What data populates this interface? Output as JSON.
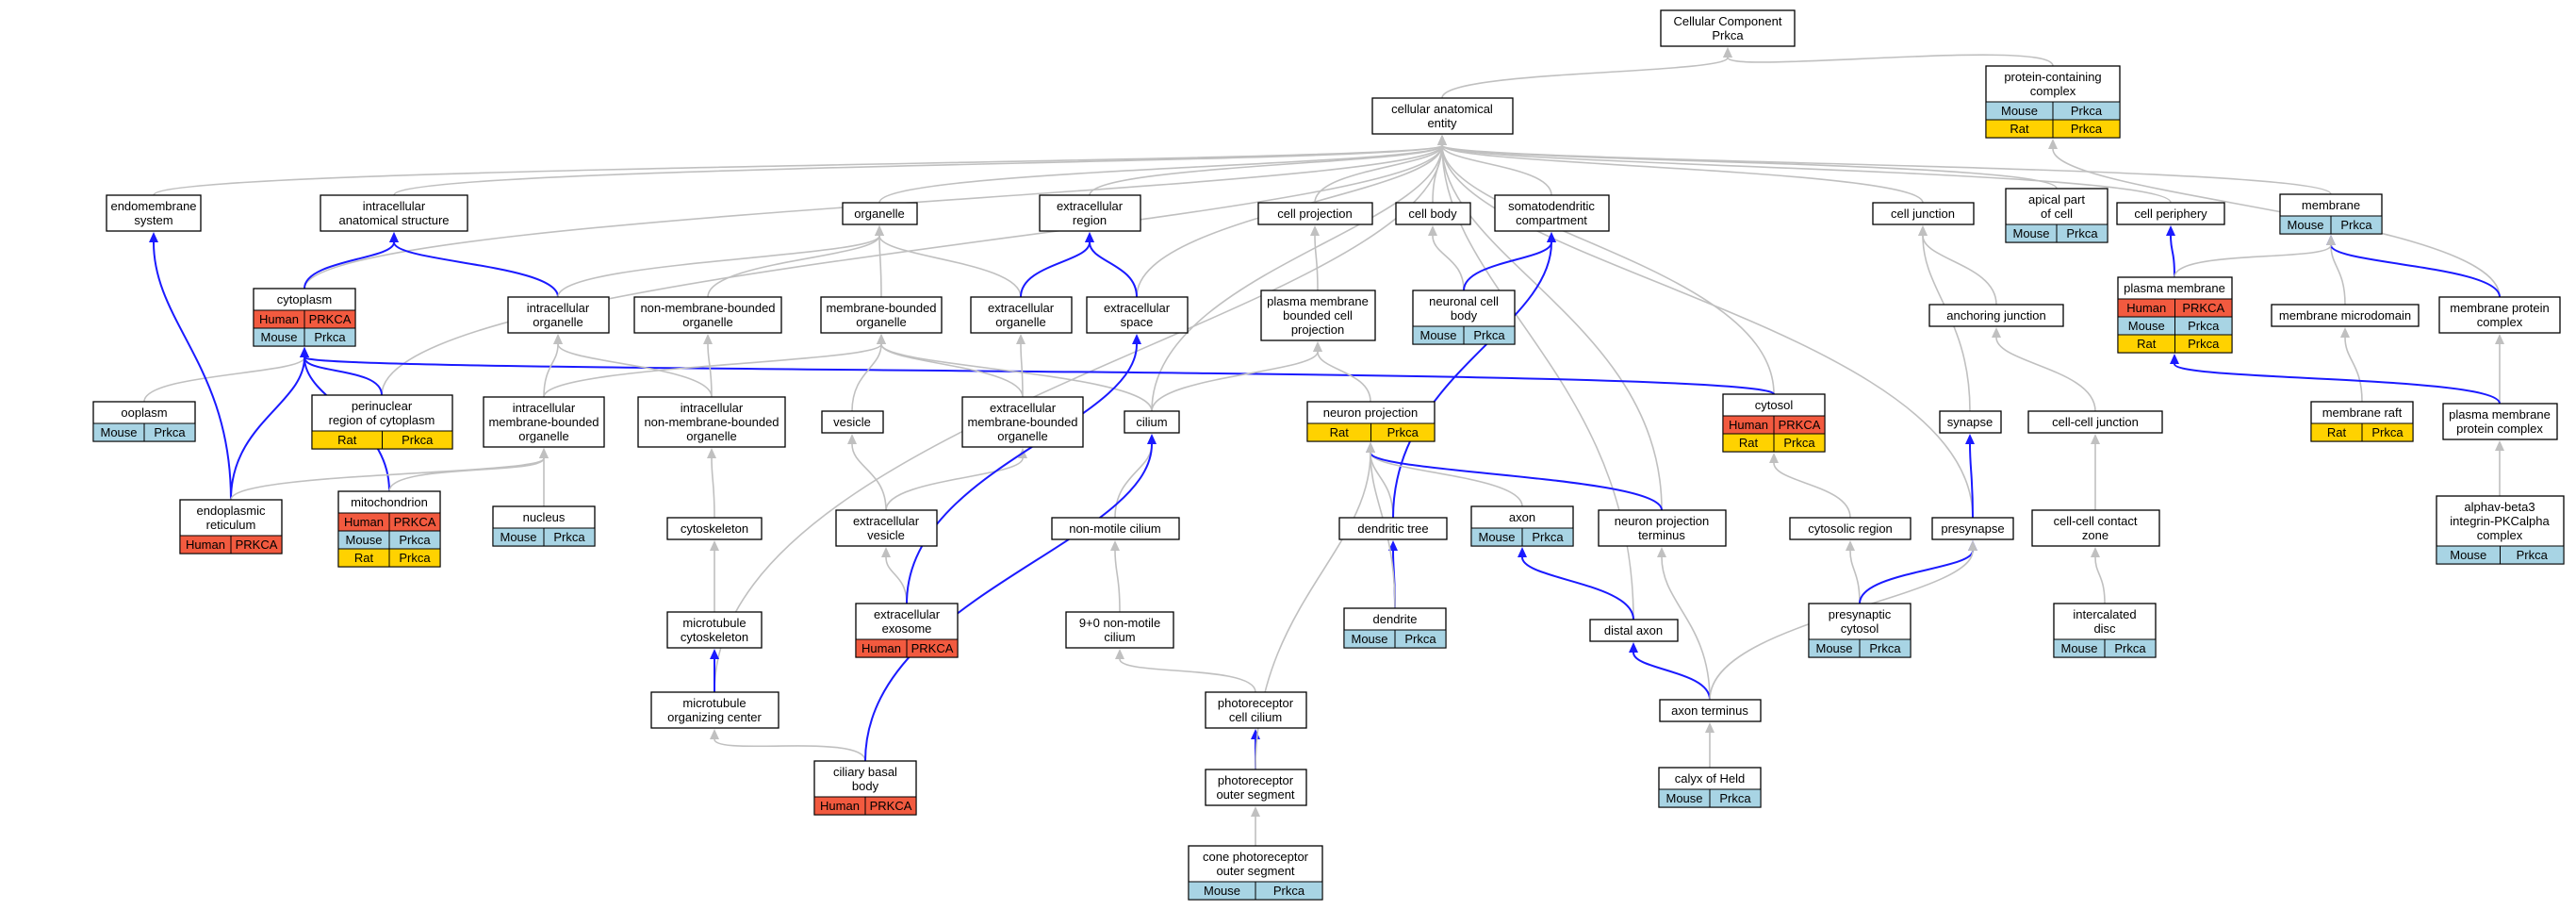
{
  "colors": {
    "human": "#f25a3f",
    "mouse": "#a8d4e4",
    "rat": "#ffd200",
    "gray_edge": "#c0c0c0",
    "blue_edge": "#1a1aff"
  },
  "nodes": {
    "root": {
      "label": [
        "Cellular Component",
        "Prkca"
      ]
    },
    "cae": {
      "label": [
        "cellular anatomical",
        "entity"
      ]
    },
    "pcc": {
      "label": [
        "protein-containing",
        "complex"
      ],
      "rows": [
        [
          "Mouse",
          "Prkca"
        ],
        [
          "Rat",
          "Prkca"
        ]
      ]
    },
    "ems": {
      "label": [
        "endomembrane",
        "system"
      ]
    },
    "ias": {
      "label": [
        "intracellular",
        "anatomical structure"
      ]
    },
    "organelle": {
      "label": [
        "organelle"
      ]
    },
    "ecr": {
      "label": [
        "extracellular",
        "region"
      ]
    },
    "cproj": {
      "label": [
        "cell projection"
      ]
    },
    "cbody": {
      "label": [
        "cell body"
      ]
    },
    "sdc": {
      "label": [
        "somatodendritic",
        "compartment"
      ]
    },
    "cjunc": {
      "label": [
        "cell junction"
      ]
    },
    "apc": {
      "label": [
        "apical part",
        "of cell"
      ],
      "rows": [
        [
          "Mouse",
          "Prkca"
        ]
      ]
    },
    "cper": {
      "label": [
        "cell periphery"
      ]
    },
    "membrane": {
      "label": [
        "membrane"
      ],
      "rows": [
        [
          "Mouse",
          "Prkca"
        ]
      ]
    },
    "cytoplasm": {
      "label": [
        "cytoplasm"
      ],
      "rows": [
        [
          "Human",
          "PRKCA"
        ],
        [
          "Mouse",
          "Prkca"
        ]
      ]
    },
    "io": {
      "label": [
        "intracellular",
        "organelle"
      ]
    },
    "nmbo": {
      "label": [
        "non-membrane-bounded",
        "organelle"
      ]
    },
    "mbo": {
      "label": [
        "membrane-bounded",
        "organelle"
      ]
    },
    "eco": {
      "label": [
        "extracellular",
        "organelle"
      ]
    },
    "ecs": {
      "label": [
        "extracellular",
        "space"
      ]
    },
    "pmbcp": {
      "label": [
        "plasma membrane",
        "bounded cell",
        "projection"
      ]
    },
    "ncb": {
      "label": [
        "neuronal cell",
        "body"
      ],
      "rows": [
        [
          "Mouse",
          "Prkca"
        ]
      ]
    },
    "ajunc": {
      "label": [
        "anchoring junction"
      ]
    },
    "pm": {
      "label": [
        "plasma membrane"
      ],
      "rows": [
        [
          "Human",
          "PRKCA"
        ],
        [
          "Mouse",
          "Prkca"
        ],
        [
          "Rat",
          "Prkca"
        ]
      ]
    },
    "mmd": {
      "label": [
        "membrane microdomain"
      ]
    },
    "mpc": {
      "label": [
        "membrane protein",
        "complex"
      ]
    },
    "ooplasm": {
      "label": [
        "ooplasm"
      ],
      "rows": [
        [
          "Mouse",
          "Prkca"
        ]
      ]
    },
    "prc": {
      "label": [
        "perinuclear",
        "region of cytoplasm"
      ],
      "rows": [
        [
          "Rat",
          "Prkca"
        ]
      ]
    },
    "imbo": {
      "label": [
        "intracellular",
        "membrane-bounded",
        "organelle"
      ]
    },
    "inmbo": {
      "label": [
        "intracellular",
        "non-membrane-bounded",
        "organelle"
      ]
    },
    "vesicle": {
      "label": [
        "vesicle"
      ]
    },
    "ecmbo": {
      "label": [
        "extracellular",
        "membrane-bounded",
        "organelle"
      ]
    },
    "cilium": {
      "label": [
        "cilium"
      ]
    },
    "nproj": {
      "label": [
        "neuron projection"
      ],
      "rows": [
        [
          "Rat",
          "Prkca"
        ]
      ]
    },
    "cytosol": {
      "label": [
        "cytosol"
      ],
      "rows": [
        [
          "Human",
          "PRKCA"
        ],
        [
          "Rat",
          "Prkca"
        ]
      ]
    },
    "synapse": {
      "label": [
        "synapse"
      ]
    },
    "ccj": {
      "label": [
        "cell-cell junction"
      ]
    },
    "mraft": {
      "label": [
        "membrane raft"
      ],
      "rows": [
        [
          "Rat",
          "Prkca"
        ]
      ]
    },
    "pmpc": {
      "label": [
        "plasma membrane",
        "protein complex"
      ]
    },
    "er": {
      "label": [
        "endoplasmic",
        "reticulum"
      ],
      "rows": [
        [
          "Human",
          "PRKCA"
        ]
      ]
    },
    "mito": {
      "label": [
        "mitochondrion"
      ],
      "rows": [
        [
          "Human",
          "PRKCA"
        ],
        [
          "Mouse",
          "Prkca"
        ],
        [
          "Rat",
          "Prkca"
        ]
      ]
    },
    "nucleus": {
      "label": [
        "nucleus"
      ],
      "rows": [
        [
          "Mouse",
          "Prkca"
        ]
      ]
    },
    "cytoskel": {
      "label": [
        "cytoskeleton"
      ]
    },
    "ecv": {
      "label": [
        "extracellular",
        "vesicle"
      ]
    },
    "nmc": {
      "label": [
        "non-motile cilium"
      ]
    },
    "dtree": {
      "label": [
        "dendritic tree"
      ]
    },
    "axon": {
      "label": [
        "axon"
      ],
      "rows": [
        [
          "Mouse",
          "Prkca"
        ]
      ]
    },
    "npt": {
      "label": [
        "neuron projection",
        "terminus"
      ]
    },
    "cytreg": {
      "label": [
        "cytosolic region"
      ]
    },
    "presyn": {
      "label": [
        "presynapse"
      ]
    },
    "cccz": {
      "label": [
        "cell-cell contact",
        "zone"
      ]
    },
    "ab3": {
      "label": [
        "alphav-beta3",
        "integrin-PKCalpha",
        "complex"
      ],
      "rows": [
        [
          "Mouse",
          "Prkca"
        ]
      ]
    },
    "mtcs": {
      "label": [
        "microtubule",
        "cytoskeleton"
      ]
    },
    "ece": {
      "label": [
        "extracellular",
        "exosome"
      ],
      "rows": [
        [
          "Human",
          "PRKCA"
        ]
      ]
    },
    "n90": {
      "label": [
        "9+0 non-motile",
        "cilium"
      ]
    },
    "dendrite": {
      "label": [
        "dendrite"
      ],
      "rows": [
        [
          "Mouse",
          "Prkca"
        ]
      ]
    },
    "daxon": {
      "label": [
        "distal axon"
      ]
    },
    "pcyt": {
      "label": [
        "presynaptic",
        "cytosol"
      ],
      "rows": [
        [
          "Mouse",
          "Prkca"
        ]
      ]
    },
    "idisc": {
      "label": [
        "intercalated",
        "disc"
      ],
      "rows": [
        [
          "Mouse",
          "Prkca"
        ]
      ]
    },
    "mtoc": {
      "label": [
        "microtubule",
        "organizing center"
      ]
    },
    "pcc2": {
      "label": [
        "photoreceptor",
        "cell cilium"
      ]
    },
    "aterm": {
      "label": [
        "axon terminus"
      ]
    },
    "cbb": {
      "label": [
        "ciliary basal",
        "body"
      ],
      "rows": [
        [
          "Human",
          "PRKCA"
        ]
      ]
    },
    "pos": {
      "label": [
        "photoreceptor",
        "outer segment"
      ]
    },
    "coh": {
      "label": [
        "calyx of Held"
      ],
      "rows": [
        [
          "Mouse",
          "Prkca"
        ]
      ]
    },
    "cpos": {
      "label": [
        "cone photoreceptor",
        "outer segment"
      ],
      "rows": [
        [
          "Mouse",
          "Prkca"
        ]
      ]
    }
  }
}
